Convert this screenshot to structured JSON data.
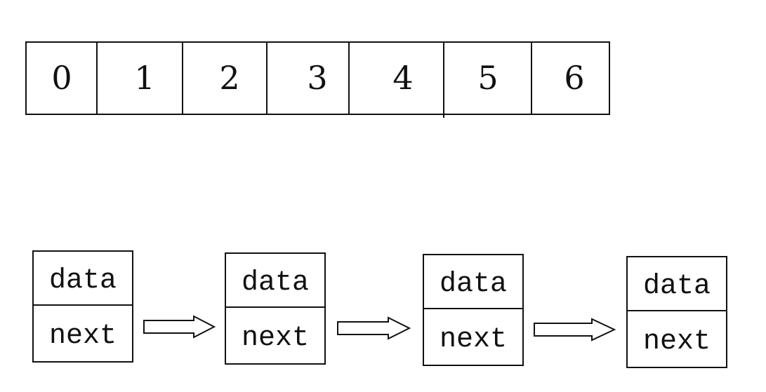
{
  "array": {
    "cells": [
      "0",
      "1",
      "2",
      "3",
      "4",
      "5",
      "6"
    ]
  },
  "linked_list": {
    "nodes": [
      {
        "data_label": "data",
        "next_label": "next"
      },
      {
        "data_label": "data",
        "next_label": "next"
      },
      {
        "data_label": "data",
        "next_label": "next"
      },
      {
        "data_label": "data",
        "next_label": "next"
      }
    ],
    "arrow_count": 3
  }
}
